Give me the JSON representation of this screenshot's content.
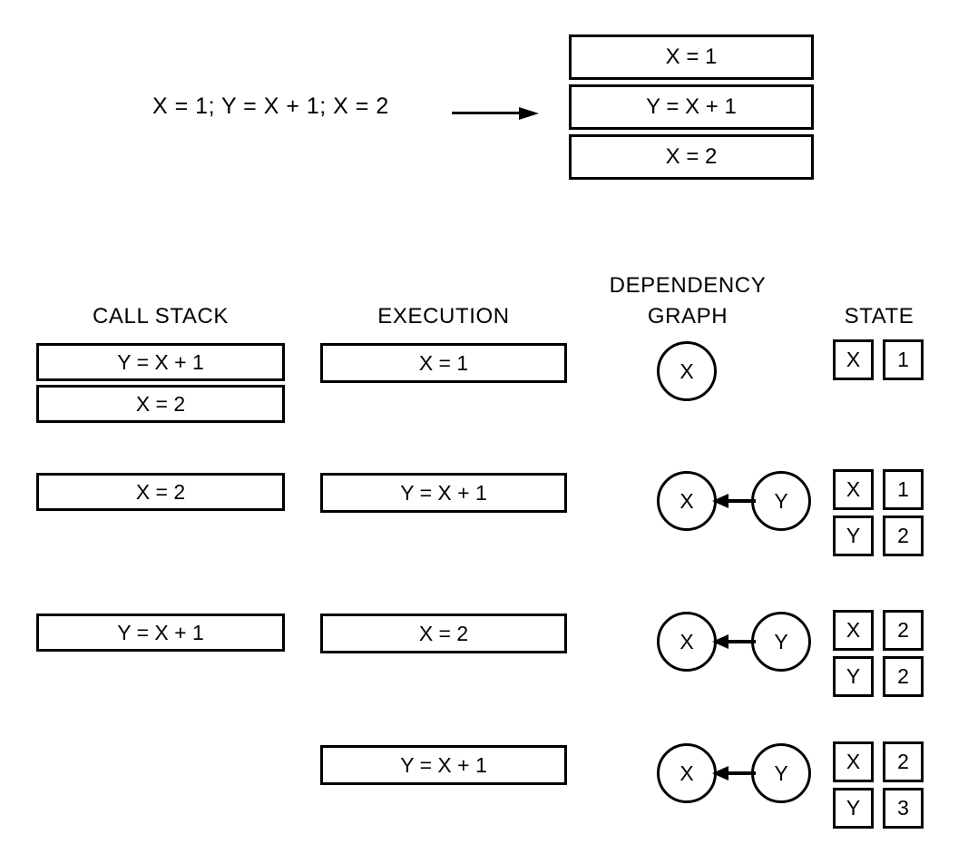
{
  "top": {
    "source_code": "X = 1; Y = X + 1; X = 2",
    "arrow": "right-arrow",
    "program_statements": [
      "X = 1",
      "Y = X + 1",
      "X = 2"
    ]
  },
  "headers": {
    "call_stack": "CALL STACK",
    "execution": "EXECUTION",
    "dependency_graph_line1": "DEPENDENCY",
    "dependency_graph_line2": "GRAPH",
    "state": "STATE"
  },
  "rows": [
    {
      "call_stack": [
        "Y = X + 1",
        "X = 2"
      ],
      "execution": "X = 1",
      "graph": {
        "nodes": [
          "X"
        ],
        "edge": false,
        "edge_from": "",
        "edge_to": ""
      },
      "state": [
        {
          "name": "X",
          "value": "1"
        }
      ]
    },
    {
      "call_stack": [
        "X = 2"
      ],
      "execution": "Y = X + 1",
      "graph": {
        "nodes": [
          "X",
          "Y"
        ],
        "edge": true,
        "edge_from": "Y",
        "edge_to": "X"
      },
      "state": [
        {
          "name": "X",
          "value": "1"
        },
        {
          "name": "Y",
          "value": "2"
        }
      ]
    },
    {
      "call_stack": [
        "Y = X + 1"
      ],
      "execution": "X = 2",
      "graph": {
        "nodes": [
          "X",
          "Y"
        ],
        "edge": true,
        "edge_from": "Y",
        "edge_to": "X"
      },
      "state": [
        {
          "name": "X",
          "value": "2"
        },
        {
          "name": "Y",
          "value": "2"
        }
      ]
    },
    {
      "call_stack": [],
      "execution": "Y = X + 1",
      "graph": {
        "nodes": [
          "X",
          "Y"
        ],
        "edge": true,
        "edge_from": "Y",
        "edge_to": "X"
      },
      "state": [
        {
          "name": "X",
          "value": "2"
        },
        {
          "name": "Y",
          "value": "3"
        }
      ]
    }
  ],
  "colors": {
    "stroke": "#000000",
    "background": "#ffffff"
  }
}
